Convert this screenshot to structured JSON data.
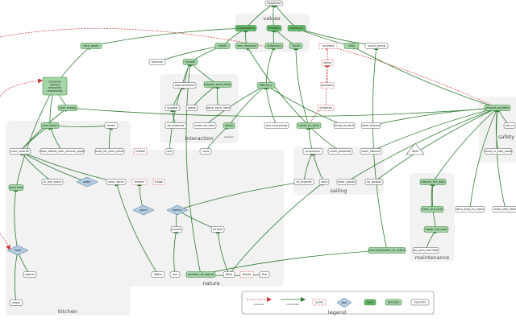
{
  "diagram": {
    "clusters": {
      "values": "values",
      "interaction": "interaction",
      "nature": "nature",
      "sailing": "sailing",
      "kitchen": "kitchen",
      "maintenance": "maintenance",
      "safety": "safety",
      "legend": "legend"
    },
    "nodes": {
      "happiness": "Happiness",
      "sustainability": "Sustainability",
      "freedom": "Freedom",
      "resilience": "resilience",
      "zero_waste": "zero_waste",
      "health": "Health",
      "zero_emission": "zero_emission",
      "autonomy": "Autonomy",
      "travel": "Travel",
      "accident": "accident",
      "skills": "skills",
      "social_giving": "social_giving",
      "exercise": "exercise",
      "growth": "Growth",
      "conserve": "conserve\nlimited\nresources\nresponsibly",
      "improvements": "improvements",
      "respect_each_other": "respect_each_other",
      "efficiency": "Efficiency",
      "stress": "stress",
      "suggest": "suggest",
      "speak": "speak",
      "solve_each_other": "solve_each_other",
      "save_energy": "save energy",
      "boredom": "boredom",
      "schedule": "schedule",
      "prevent_accident": "prevent_accident",
      "save_water": "save water",
      "meals": "meals",
      "be_sceptical": "be_sceptical",
      "come_on_time": "come_on_time",
      "follow": "follow",
      "sort_everything": "sort_everything",
      "travel_by_wind": "travel_by_wind",
      "bring_all_stuff": "bring_all_stuff",
      "wear_helmet": "wear_helmet",
      "clip_in": "clip_in",
      "cook_smarter": "cook_smarter",
      "clean_dishes": "clean_dishes_with_silicone_spper",
      "cook_for_each_other": "cook_for_each_other",
      "cheese": "cheese",
      "ask": "ask",
      "rules": "rules",
      "propulsion": "propulsion",
      "come_prepared": "come_prepared",
      "wear_lifevest": "wear_lifevest",
      "boat": "Boat",
      "move_in_safe_areas": "move_in_safe_areas",
      "wear_safe_floats": "wear_safe_floats",
      "in_one_place": "in_one_place",
      "water_tank": "water",
      "solar_stove": "solar_stove",
      "freezer": "freezer",
      "fridge": "fridge",
      "oil_engines": "oil_engines",
      "sails": "sails",
      "wear_gloves": "wear_gloves",
      "no_alcohol": "no_alcohol",
      "respect_the_boat": "respect_the_boat",
      "save_food": "save food",
      "space": "space",
      "battery": "battery",
      "clean_the_boat": "clean_the_boat",
      "dont_step_on_ropes": "dont_step_on_ropes",
      "panels": "panels",
      "turbine": "turbine",
      "repair_the_boat": "repair_the_boat",
      "dry_and_ventilate": "dry_and_ventilate",
      "food": "food",
      "merciful": "merciful/respect_of_nature",
      "organic": "organic",
      "water": "Water",
      "sun": "Sun",
      "wonders_of_nature": "wonders_of_nature",
      "wind": "Wind",
      "fossils": "fossils",
      "fish": "Fish",
      "vegan": "vegan",
      "note_sparkles": "sparkles"
    },
    "legend": {
      "prevents": "prevents",
      "contributes": "contributes",
      "avoid": "avoid",
      "tool": "tool",
      "goal": "goal",
      "principle": "principle",
      "heuristic": "heuristic"
    }
  }
}
